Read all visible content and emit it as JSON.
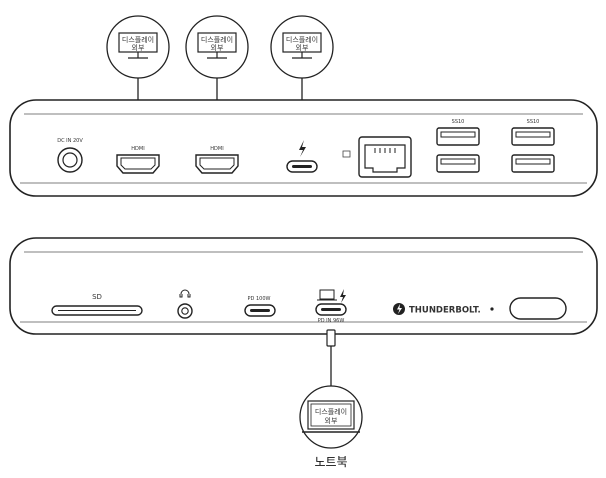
{
  "rear_panel": {
    "power_label": "DC IN 20V",
    "port1_label": "HDMI",
    "port2_label": "HDMI",
    "display1": {
      "line1": "디스플레이",
      "line2": "외부"
    },
    "display2": {
      "line1": "디스플레이",
      "line2": "외부"
    },
    "display3": {
      "line1": "디스플레이",
      "line2": "외부"
    },
    "usb_label_left": "SS10",
    "usb_label_right": "SS10"
  },
  "front_panel": {
    "sd_label": "SD",
    "pd_label": "PD",
    "pd_sub_label": "100W",
    "host_sub_label": "PD IN 96W",
    "brand_text": "THUNDERBOLT."
  },
  "host": {
    "screen_line1": "디스플레이",
    "screen_line2": "외부",
    "caption": "노트북"
  },
  "icons": [
    "monitor-icon",
    "thunderbolt-icon",
    "headphone-icon",
    "ethernet-icon",
    "laptop-icon"
  ]
}
